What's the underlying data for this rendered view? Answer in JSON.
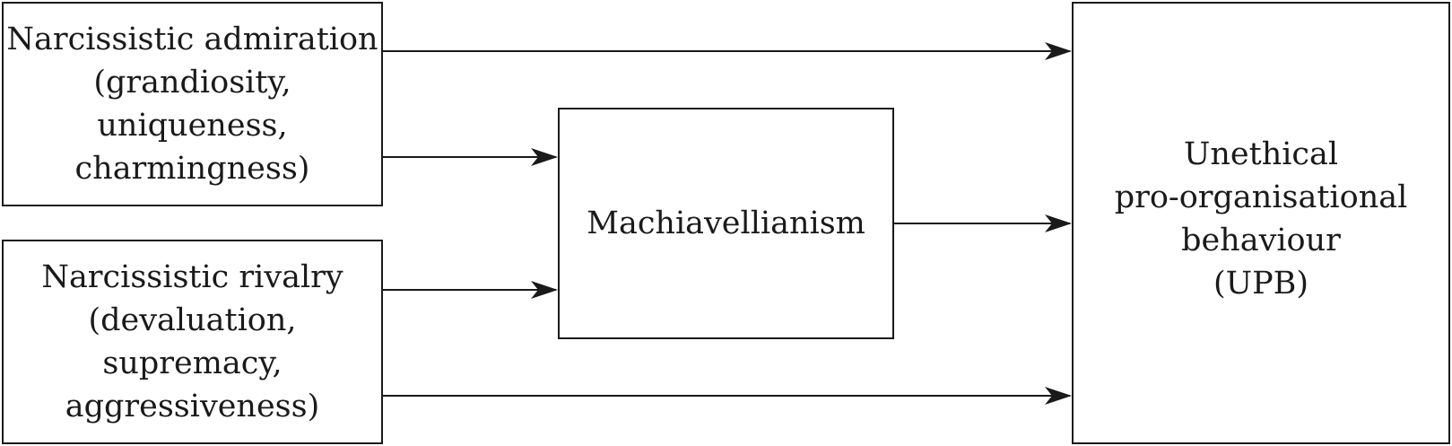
{
  "diagram": {
    "nodes": {
      "admiration": {
        "lines": [
          "Narcissistic admiration",
          "(grandiosity,",
          "uniqueness,",
          "charmingness)"
        ]
      },
      "rivalry": {
        "lines": [
          "Narcissistic rivalry",
          "(devaluation,",
          "supremacy,",
          "aggressiveness)"
        ]
      },
      "machiavellianism": {
        "lines": [
          "Machiavellianism"
        ]
      },
      "upb": {
        "lines": [
          "Unethical",
          "pro-organisational",
          "behaviour",
          "(UPB)"
        ]
      }
    },
    "edges": [
      {
        "from": "admiration",
        "to": "upb"
      },
      {
        "from": "admiration",
        "to": "machiavellianism"
      },
      {
        "from": "rivalry",
        "to": "machiavellianism"
      },
      {
        "from": "rivalry",
        "to": "upb"
      },
      {
        "from": "machiavellianism",
        "to": "upb"
      }
    ],
    "colors": {
      "stroke": "#1a1a1a",
      "background": "#ffffff"
    }
  }
}
